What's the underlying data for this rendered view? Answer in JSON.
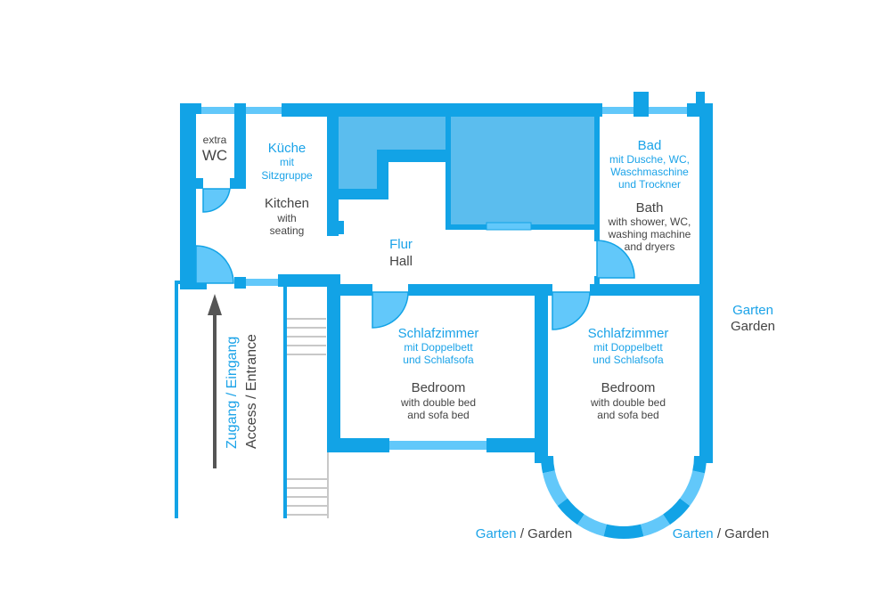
{
  "colors": {
    "wall": "#12a3e6",
    "window": "#62c8fa",
    "furniture": "#5bbdee",
    "text_blue": "#1ba3e8",
    "text_gray": "#444444",
    "stairs": "#c8c8c8",
    "arrow": "#555555"
  },
  "rooms": {
    "wc": {
      "line1": "extra",
      "line2": "WC"
    },
    "kitchen": {
      "de_title": "Küche",
      "de_sub1": "mit",
      "de_sub2": "Sitzgruppe",
      "en_title": "Kitchen",
      "en_sub1": "with",
      "en_sub2": "seating"
    },
    "hall": {
      "de_title": "Flur",
      "en_title": "Hall"
    },
    "bath": {
      "de_title": "Bad",
      "de_sub1": "mit Dusche, WC,",
      "de_sub2": "Waschmaschine",
      "de_sub3": "und Trockner",
      "en_title": "Bath",
      "en_sub1": "with shower, WC,",
      "en_sub2": "washing machine",
      "en_sub3": "and dryers"
    },
    "bedroom1": {
      "de_title": "Schlafzimmer",
      "de_sub1": "mit Doppelbett",
      "de_sub2": "und Schlafsofa",
      "en_title": "Bedroom",
      "en_sub1": "with double bed",
      "en_sub2": "and sofa bed"
    },
    "bedroom2": {
      "de_title": "Schlafzimmer",
      "de_sub1": "mit Doppelbett",
      "de_sub2": "und Schlafsofa",
      "en_title": "Bedroom",
      "en_sub1": "with double bed",
      "en_sub2": "and sofa bed"
    }
  },
  "entrance": {
    "de": "Zugang / Eingang",
    "en": "Access / Entrance"
  },
  "garden_right": {
    "de": "Garten",
    "en": "Garden"
  },
  "garden_bottom_left": {
    "de": "Garten",
    "sep": " / ",
    "en": "Garden"
  },
  "garden_bottom_right": {
    "de": "Garten",
    "sep": " / ",
    "en": "Garden"
  }
}
